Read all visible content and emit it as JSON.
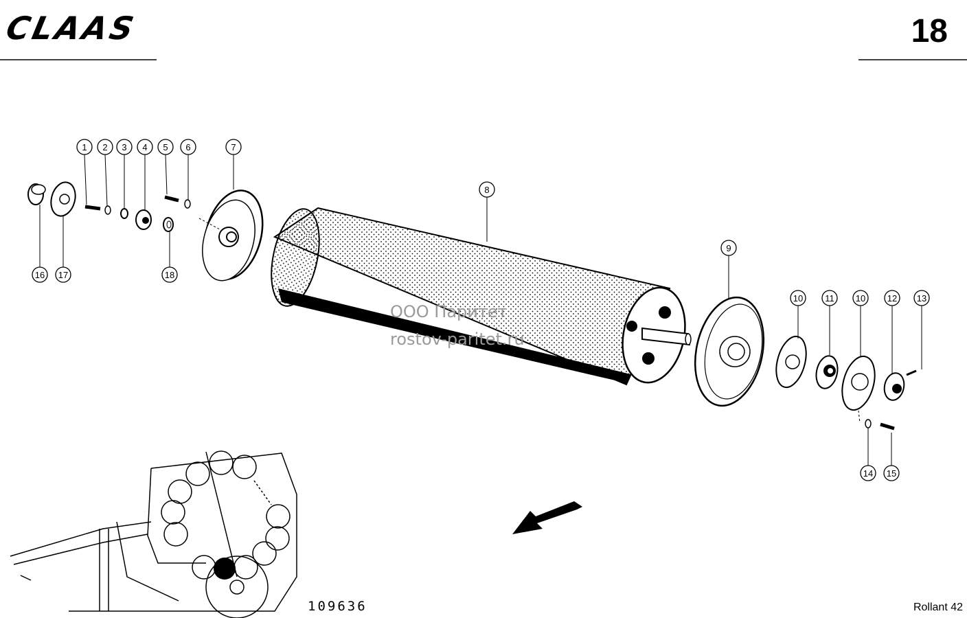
{
  "header": {
    "brand": "CLAAS",
    "page_number": "18"
  },
  "footer": {
    "drawing_number": "109636",
    "model": "Rollant 42"
  },
  "watermark": {
    "line1": "ООО Паритет",
    "line2": "rostov-paritet.ru"
  },
  "callouts": [
    "1",
    "2",
    "3",
    "4",
    "5",
    "6",
    "7",
    "8",
    "9",
    "10",
    "11",
    "10",
    "12",
    "13",
    "14",
    "15",
    "16",
    "17",
    "18"
  ]
}
